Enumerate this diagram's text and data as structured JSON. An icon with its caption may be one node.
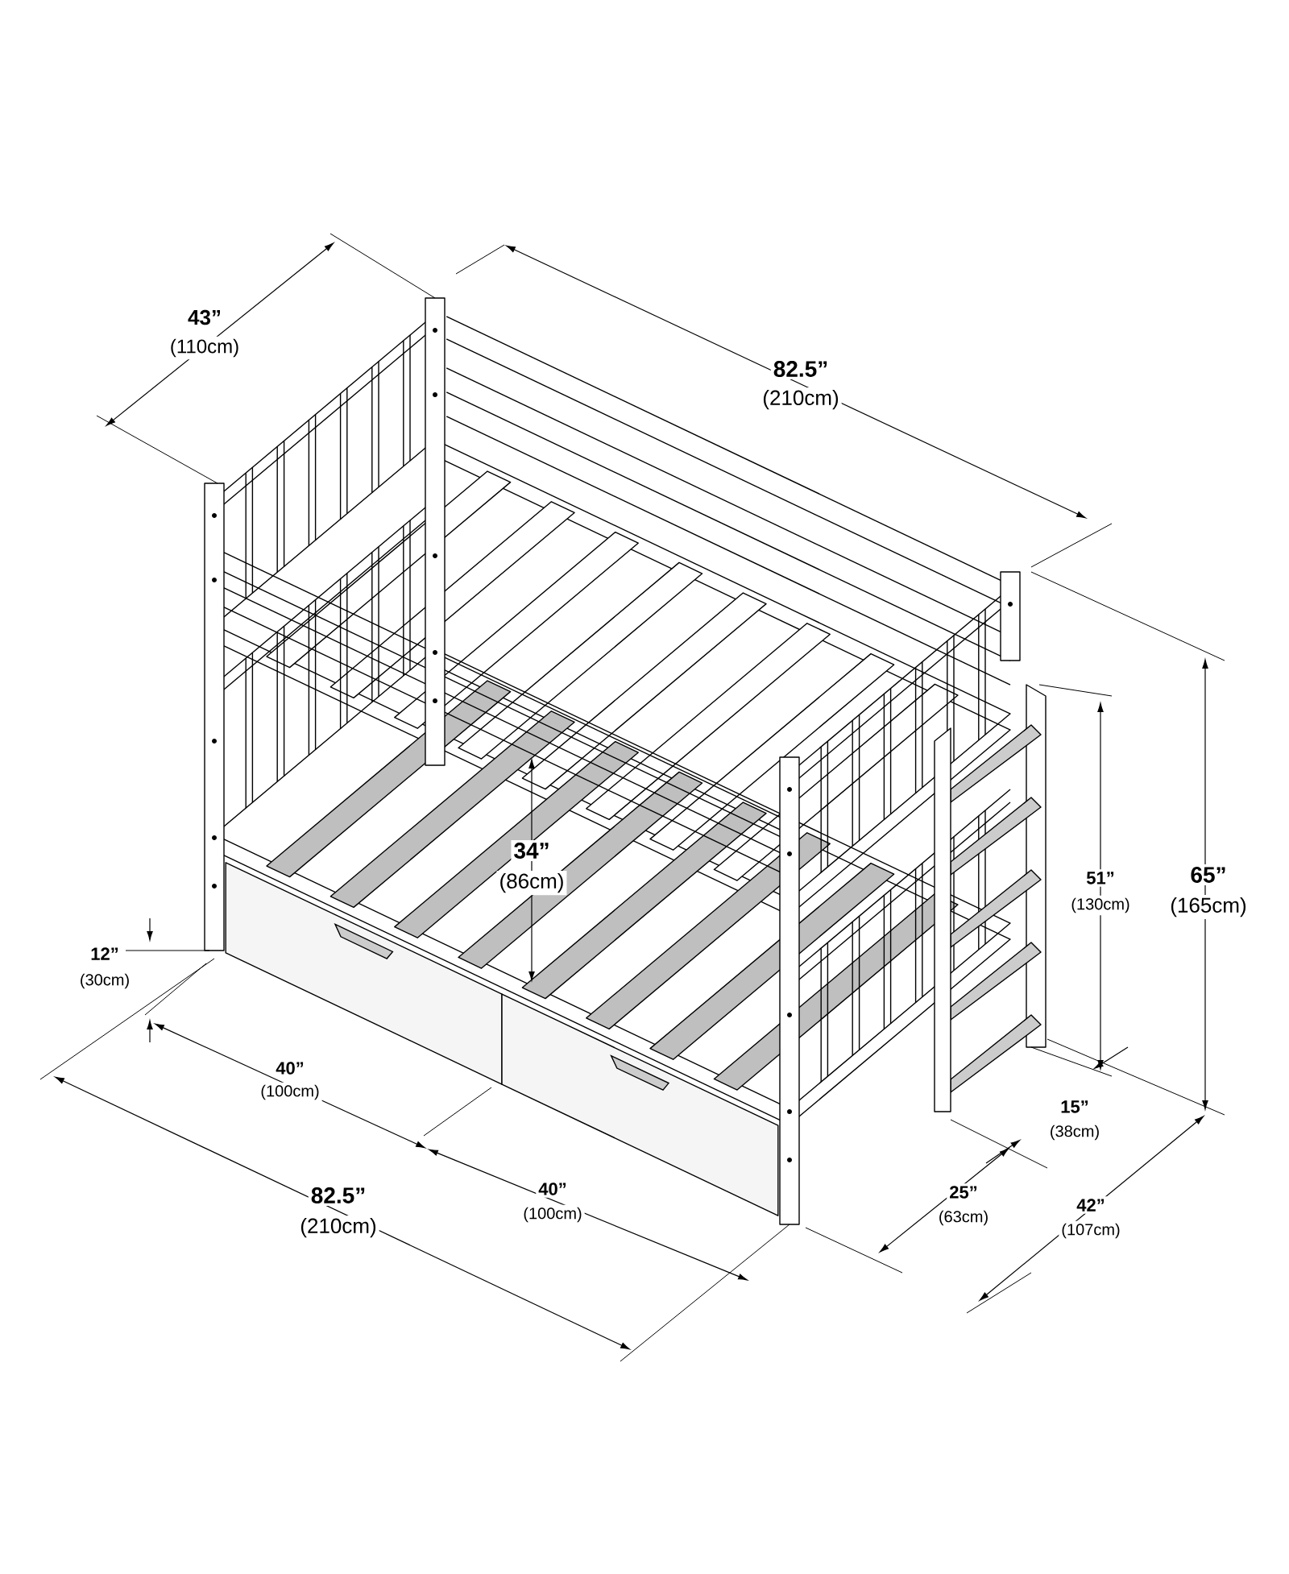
{
  "diagram": {
    "labels": [
      "43”",
      "(110cm)",
      "82.5”",
      "(210cm)",
      "34”",
      "(86cm)",
      "51”",
      "(130cm)",
      "65”",
      "(165cm)",
      "12”",
      "(30cm)",
      "15”",
      "(38cm)",
      "40”",
      "(100cm)",
      "40”",
      "(100cm)",
      "25”",
      "(63cm)",
      "42”",
      "(107cm)",
      "82.5”",
      "(210cm)"
    ]
  }
}
